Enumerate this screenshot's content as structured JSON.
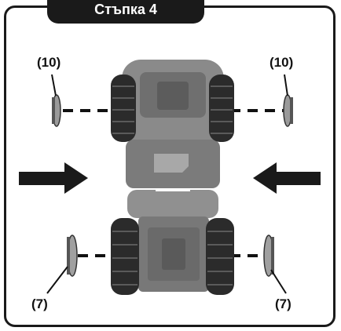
{
  "step": {
    "title": "Стъпка 4"
  },
  "labels": {
    "top_left": "(10)",
    "top_right": "(10)",
    "bottom_left": "(7)",
    "bottom_right": "(7)"
  },
  "colors": {
    "outline": "#1a1a1a",
    "vehicle_body": "#8c8c8c",
    "tire": "#2b2b2b"
  }
}
